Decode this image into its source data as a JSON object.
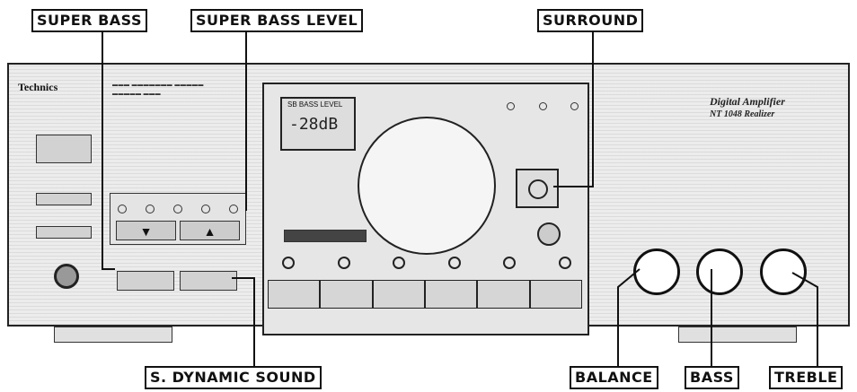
{
  "callouts": {
    "super_bass": "SUPER BASS",
    "super_bass_level": "SUPER BASS LEVEL",
    "surround": "SURROUND",
    "s_dynamic_sound": "S. DYNAMIC SOUND",
    "balance": "BALANCE",
    "bass": "BASS",
    "treble": "TREBLE"
  },
  "panel": {
    "brand": "Technics",
    "script_line1": "Digital Amplifier",
    "script_line2": "NT 1048 Realizer",
    "level_display": "-28dB",
    "level_title": "SB BASS LEVEL",
    "down_arrow": "▼",
    "up_arrow": "▲"
  },
  "icons": {
    "power": "power-button-icon",
    "volume": "volume-knob-icon",
    "knob": "rotary-knob-icon"
  }
}
